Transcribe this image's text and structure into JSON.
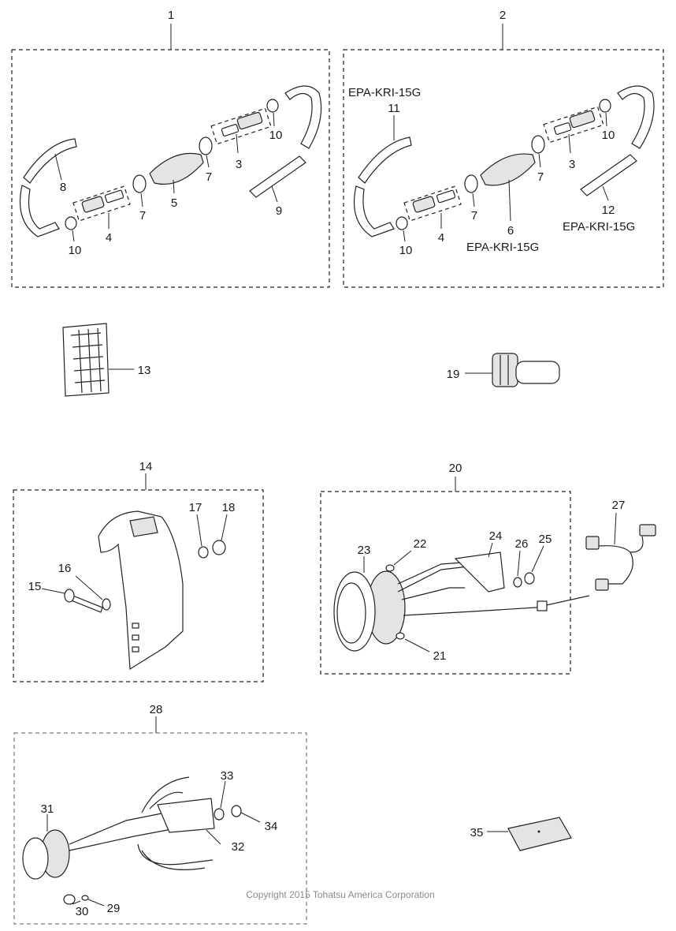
{
  "parts": {
    "p1": "1",
    "p2": "2",
    "p3a": "3",
    "p3b": "3",
    "p4a": "4",
    "p4b": "4",
    "p5": "5",
    "p6": "6",
    "p7a": "7",
    "p7b": "7",
    "p7c": "7",
    "p7d": "7",
    "p8": "8",
    "p9": "9",
    "p10a": "10",
    "p10b": "10",
    "p10c": "10",
    "p10d": "10",
    "p11": "11",
    "p12": "12",
    "p13": "13",
    "p14": "14",
    "p15": "15",
    "p16": "16",
    "p17": "17",
    "p18": "18",
    "p19": "19",
    "p20": "20",
    "p21": "21",
    "p22": "22",
    "p23": "23",
    "p24": "24",
    "p25": "25",
    "p26": "26",
    "p27": "27",
    "p28": "28",
    "p29": "29",
    "p30": "30",
    "p31": "31",
    "p32": "32",
    "p33": "33",
    "p34": "34",
    "p35": "35"
  },
  "captions": {
    "epa_11": "EPA-KRI-15G",
    "epa_6": "EPA-KRI-15G",
    "epa_12": "EPA-KRI-15G"
  },
  "copyright": "Copyright 2015 Tohatsu America Corporation"
}
